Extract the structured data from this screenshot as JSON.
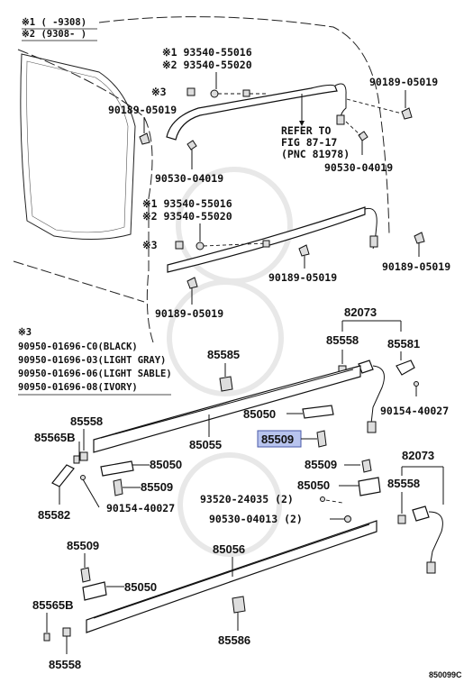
{
  "diagram": {
    "legend_notes": {
      "n1": "※1 (     -9308)",
      "n2": "※2 (9308-     )"
    },
    "variant_notes": {
      "title": "※3",
      "lines": [
        "90950-01696-C0(BLACK)",
        "90950-01696-03(LIGHT GRAY)",
        "90950-01696-06(LIGHT SABLE)",
        "90950-01696-08(IVORY)"
      ]
    },
    "upper_rail": {
      "part_v1": "※1 93540-55016",
      "part_v2": "※2 93540-55020",
      "star3": "※3",
      "clip_left": "90189-05019",
      "clip_right": "90189-05019",
      "screw_left": "90530-04019",
      "screw_right": "90530-04019",
      "refer": [
        "REFER TO",
        "FIG 87-17",
        "(PNC 81978)"
      ]
    },
    "middle_rail": {
      "part_v1": "※1 93540-55016",
      "part_v2": "※2 93540-55020",
      "star3": "※3",
      "clip_a": "90189-05019",
      "clip_b": "90189-05019",
      "clip_c": "90189-05019"
    },
    "parts": {
      "p82073_top": "82073",
      "p85558_r1": "85558",
      "p85581": "85581",
      "p90154_r": "90154-40027",
      "p85585": "85585",
      "p85050_a": "85050",
      "p85509_hl": "85509",
      "p85055": "85055",
      "p85558_l1": "85558",
      "p85565b_1": "85565B",
      "p85050_b": "85050",
      "p85509_b": "85509",
      "p85582": "85582",
      "p90154_l": "90154-40027",
      "p85509_c": "85509",
      "p82073_bot": "82073",
      "p85050_c": "85050",
      "p85558_r2": "85558",
      "p93520": "93520-24035 (2)",
      "p90530": "90530-04013 (2)",
      "p85509_d": "85509",
      "p85056": "85056",
      "p85050_d": "85050",
      "p85565b_2": "85565B",
      "p85586": "85586",
      "p85558_l2": "85558"
    },
    "figure_code": "850099C",
    "highlight_color": "#b8c4ee"
  }
}
